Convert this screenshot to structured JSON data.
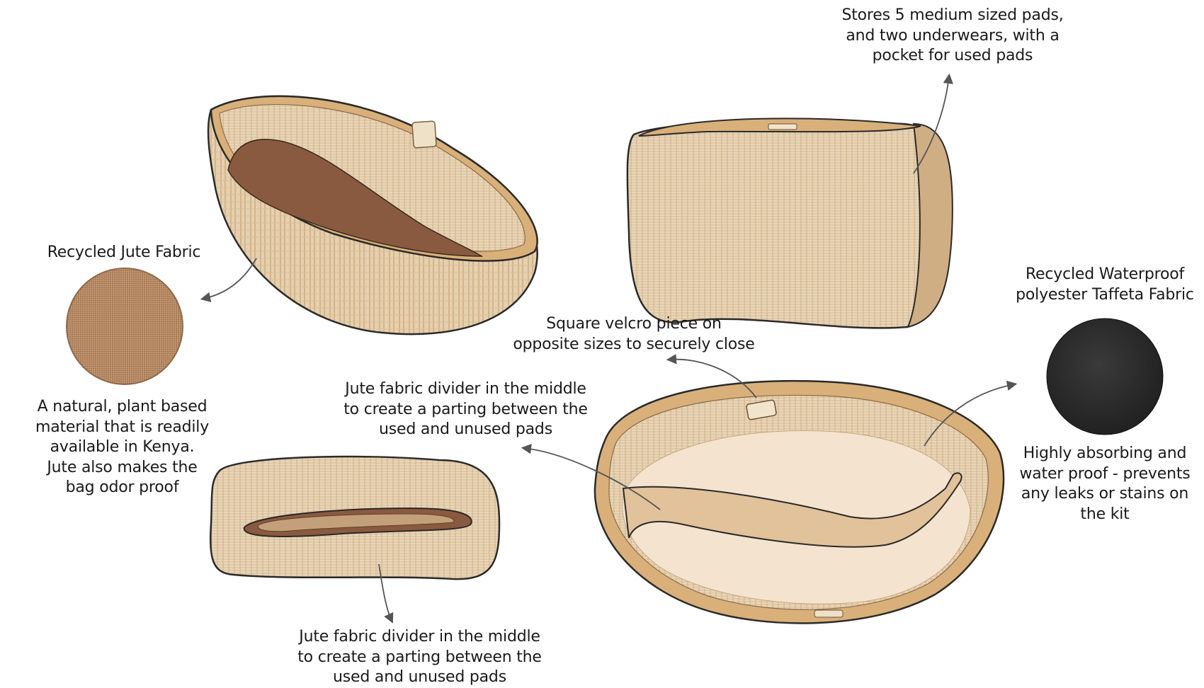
{
  "labels": {
    "storage": [
      "Stores 5 medium sized pads,",
      "and two underwears, with a",
      "pocket for used pads"
    ],
    "jute_title": "Recycled Jute Fabric",
    "jute_desc": [
      "A natural, plant based",
      "material that is readily",
      "available in Kenya.",
      "Jute also makes the",
      "bag odor proof"
    ],
    "waterproof_title": [
      "Recycled Waterproof",
      "polyester Taffeta Fabric"
    ],
    "waterproof_desc": [
      "Highly absorbing and",
      "water proof - prevents",
      "any leaks or stains on",
      "the kit"
    ],
    "velcro": [
      "Square velcro piece on",
      "opposite sizes to securely close"
    ],
    "divider_middle": [
      "Jute fabric divider in the  middle",
      "to create a parting between the",
      "used and unused pads"
    ],
    "divider_bottom": [
      "Jute fabric divider in the  middle",
      "to create a parting between the",
      "used and unused pads"
    ]
  },
  "colors": {
    "jute_swatch": "#b58a63",
    "taffeta_swatch": "#2b2b2b",
    "bag_fabric": "#e6d0ae",
    "bag_rim": "#d9b07a",
    "bag_outline": "#2a2a2a",
    "inner_lining": "#8a5a40",
    "interior_light": "#f4e3cf",
    "arrow": "#555555"
  }
}
